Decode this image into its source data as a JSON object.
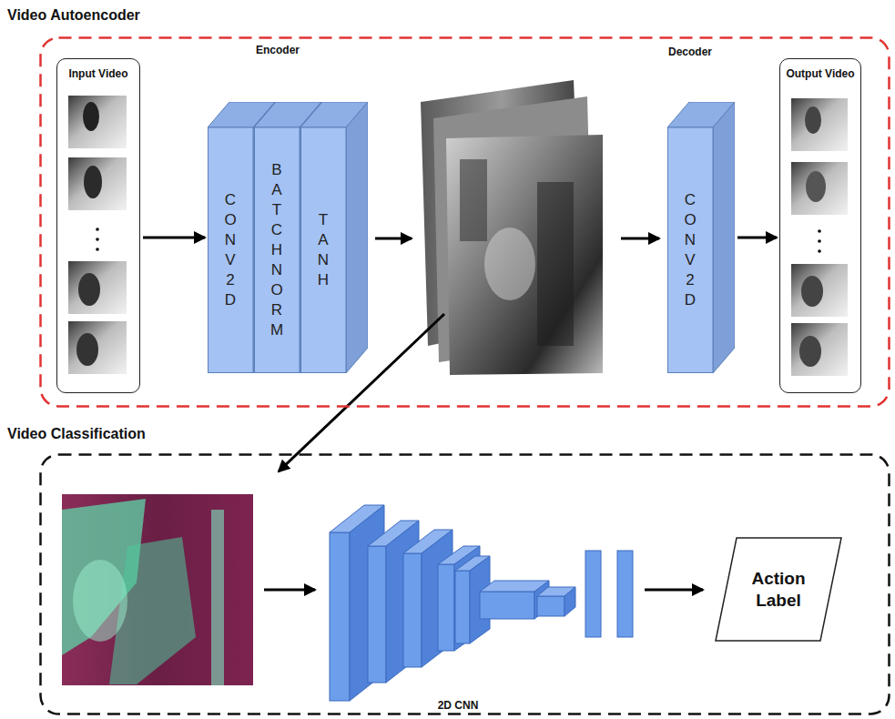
{
  "diagram": {
    "nodes": [
      {
        "text": [
          "Video Autoencoder"
        ]
      },
      {
        "text": [
          "Input Video"
        ],
        "in": 0
      },
      {
        "text": [
          "CONV2D"
        ],
        "in": 0
      },
      {
        "text": [
          "BATCHNORM"
        ],
        "in": 0
      },
      {
        "text": [
          "TANH"
        ],
        "in": 0
      },
      {
        "text": [
          "Decoder",
          "CONV2D"
        ],
        "in": 0
      },
      {
        "text": [
          "Output Video"
        ],
        "in": 0
      },
      {
        "text": [
          "Video Classification"
        ]
      },
      {
        "text": [
          "Action Label"
        ],
        "in": 7
      }
    ],
    "edges": [
      {
        "from": 1,
        "to": 2,
        "arrow": "to"
      },
      {
        "from": 5,
        "to": 6,
        "arrow": "to"
      }
    ],
    "labels": [
      "Encoder",
      "2D CNN"
    ]
  }
}
